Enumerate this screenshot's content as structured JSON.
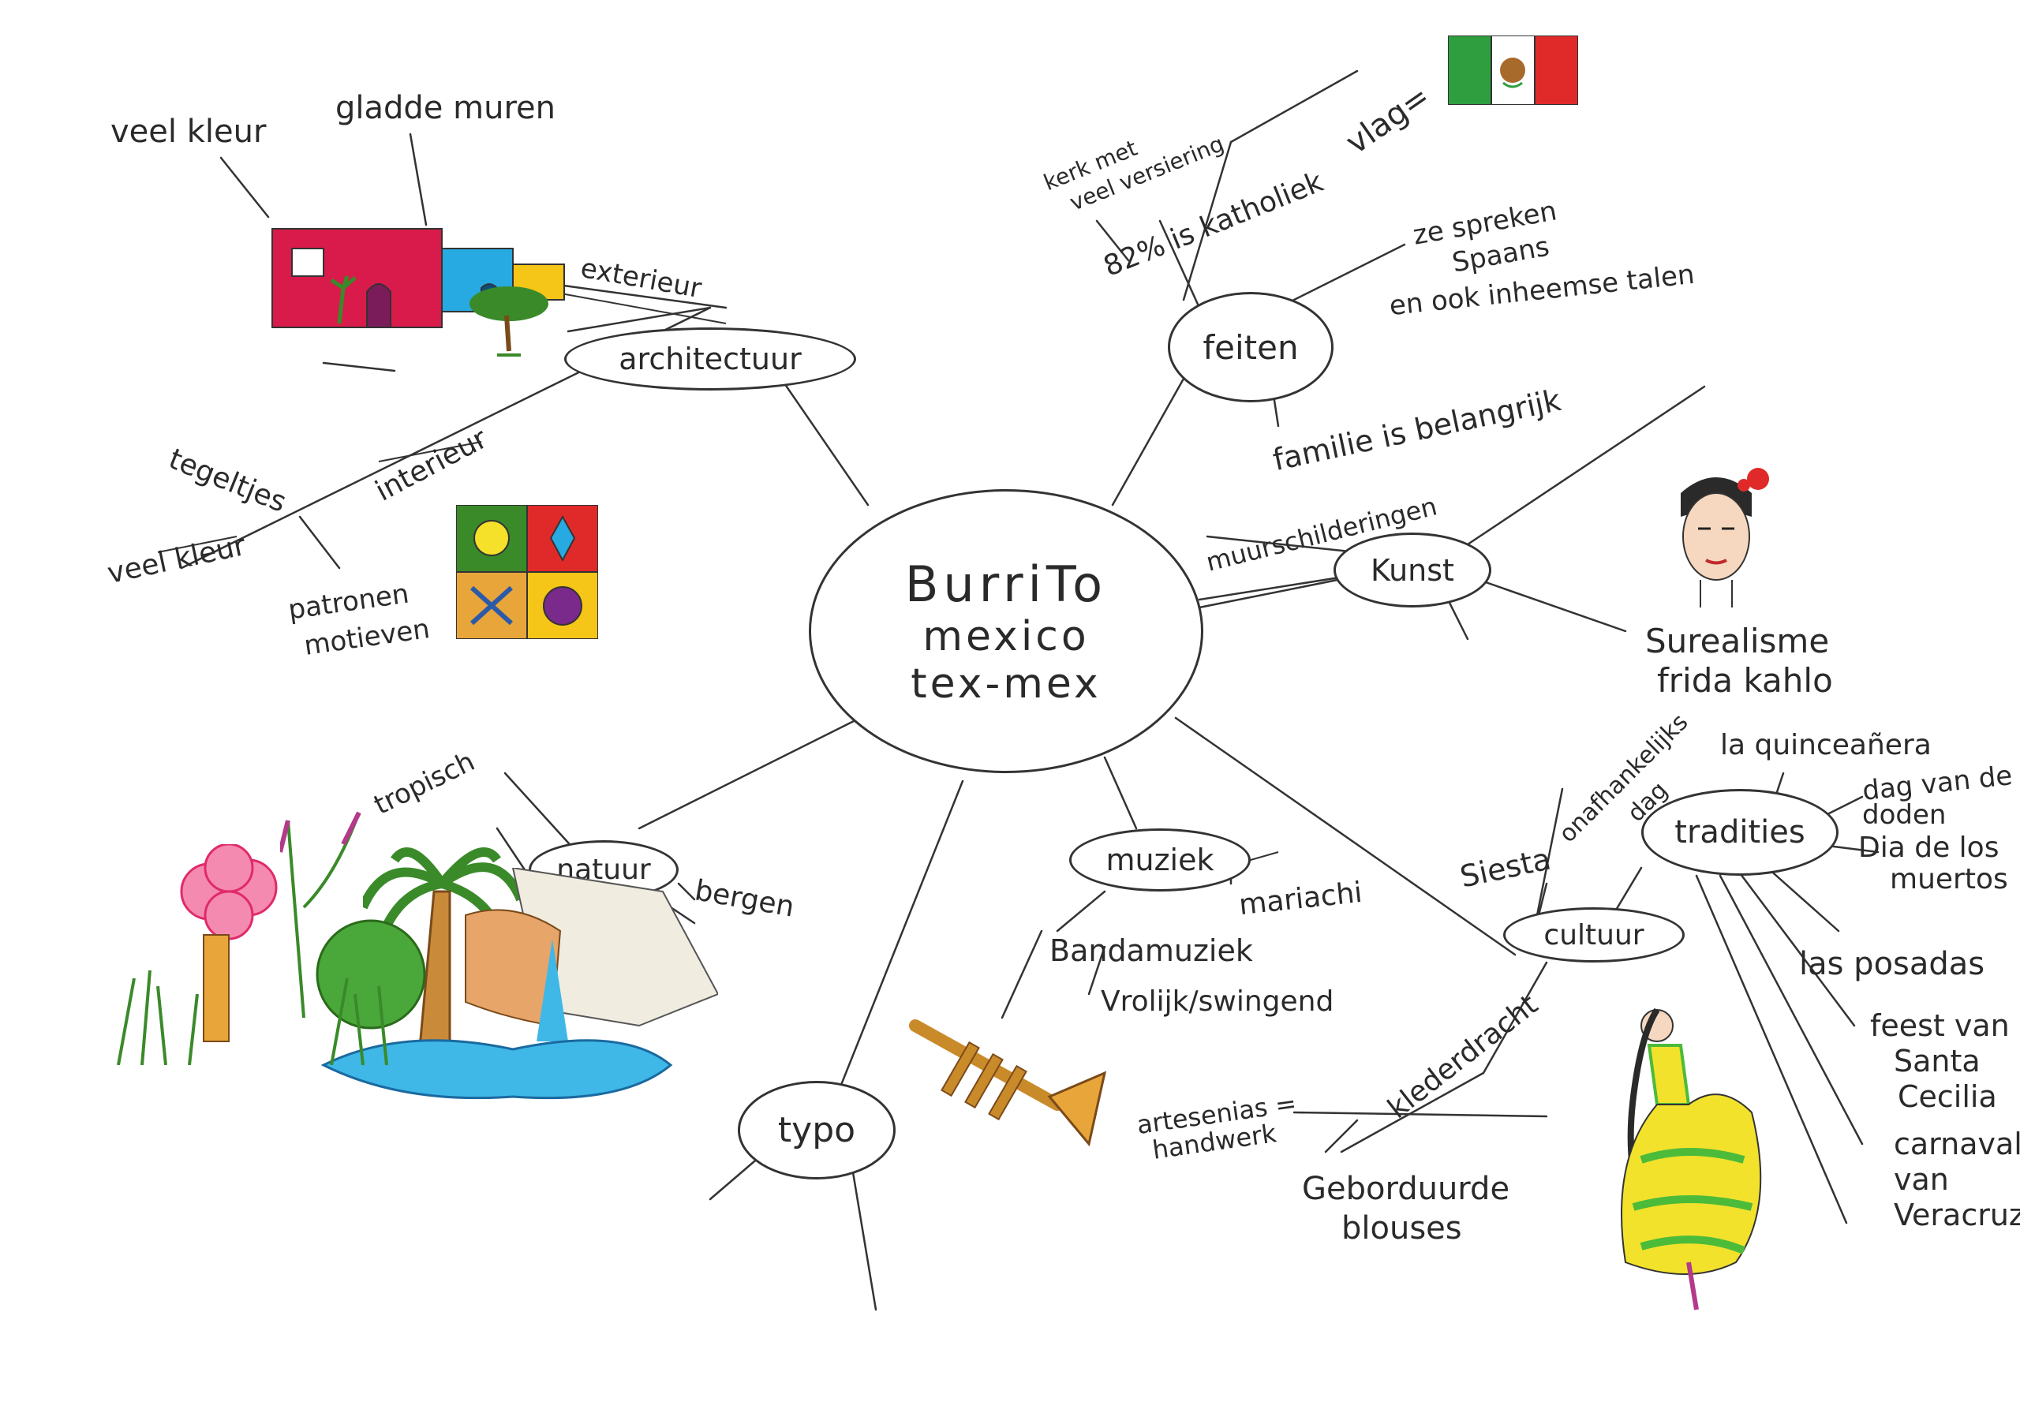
{
  "center": {
    "lines": [
      "BurriTo",
      "mexico",
      "tex-mex"
    ]
  },
  "branches": {
    "architectuur": "architectuur",
    "feiten": "feiten",
    "kunst": "Kunst",
    "natuur": "natuur",
    "muziek": "muziek",
    "cultuur": "cultuur",
    "tradities": "tradities",
    "typo": "typo"
  },
  "labels": {
    "veel_kleur_top": "veel kleur",
    "gladde_muren": "gladde muren",
    "exterieur": "exterieur",
    "interieur": "interieur",
    "tegeltjes": "tegeltjes",
    "veel_kleur_bottom": "veel kleur",
    "patronen": "patronen",
    "motieven": "motieven",
    "kerk_line1": "kerk met",
    "kerk_line2": "veel versiering",
    "katholiek": "82% is katholiek",
    "vlag": "vlag=",
    "spreken_line1": "ze spreken",
    "spreken_line2": "Spaans",
    "spreken_line3": "en ook inheemse talen",
    "familie": "familie is belangrijk",
    "muurschilderingen": "muurschilderingen",
    "surealisme": "Surealisme",
    "frida": "frida kahlo",
    "tropisch": "tropisch",
    "bergen": "bergen",
    "mariachi": "mariachi",
    "bandamuziek": "Bandamuziek",
    "vrolijk": "Vrolijk/swingend",
    "siesta": "Siesta",
    "onafhankelijk_line1": "onafhankelijks",
    "onafhankelijk_line2": "dag",
    "quinceanera": "la quinceañera",
    "dag_line1": "dag van de",
    "dag_line2": "doden",
    "dia_line1": "Dia de los",
    "dia_line2": "muertos",
    "posadas": "las posadas",
    "feest_line1": "feest van",
    "feest_line2": "Santa",
    "feest_line3": "Cecilia",
    "carnaval_line1": "carnaval",
    "carnaval_line2": "van",
    "carnaval_line3": "Veracruz",
    "klederdracht": "klederdracht",
    "artesenias_line1": "artesenias =",
    "artesenias_line2": "handwerk",
    "geborduurde_line1": "Geborduurde",
    "geborduurde_line2": "blouses"
  },
  "colors": {
    "ink": "#2a2a2a",
    "house_red": "#d81b4a",
    "house_blue": "#27a9e1",
    "house_yellow": "#f5c518",
    "flag_green": "#2e9e3e",
    "flag_red": "#e02a2a",
    "water_blue": "#3fb8e8",
    "dress_yellow": "#f2e22c",
    "dress_green": "#4cbb3a"
  },
  "icons": [
    "house-icon",
    "tree-icon",
    "tile-icon",
    "mexican-flag-icon",
    "frida-portrait-icon",
    "flower-icon",
    "palm-tree-icon",
    "waterfall-icon",
    "trumpet-icon",
    "dancer-icon"
  ]
}
